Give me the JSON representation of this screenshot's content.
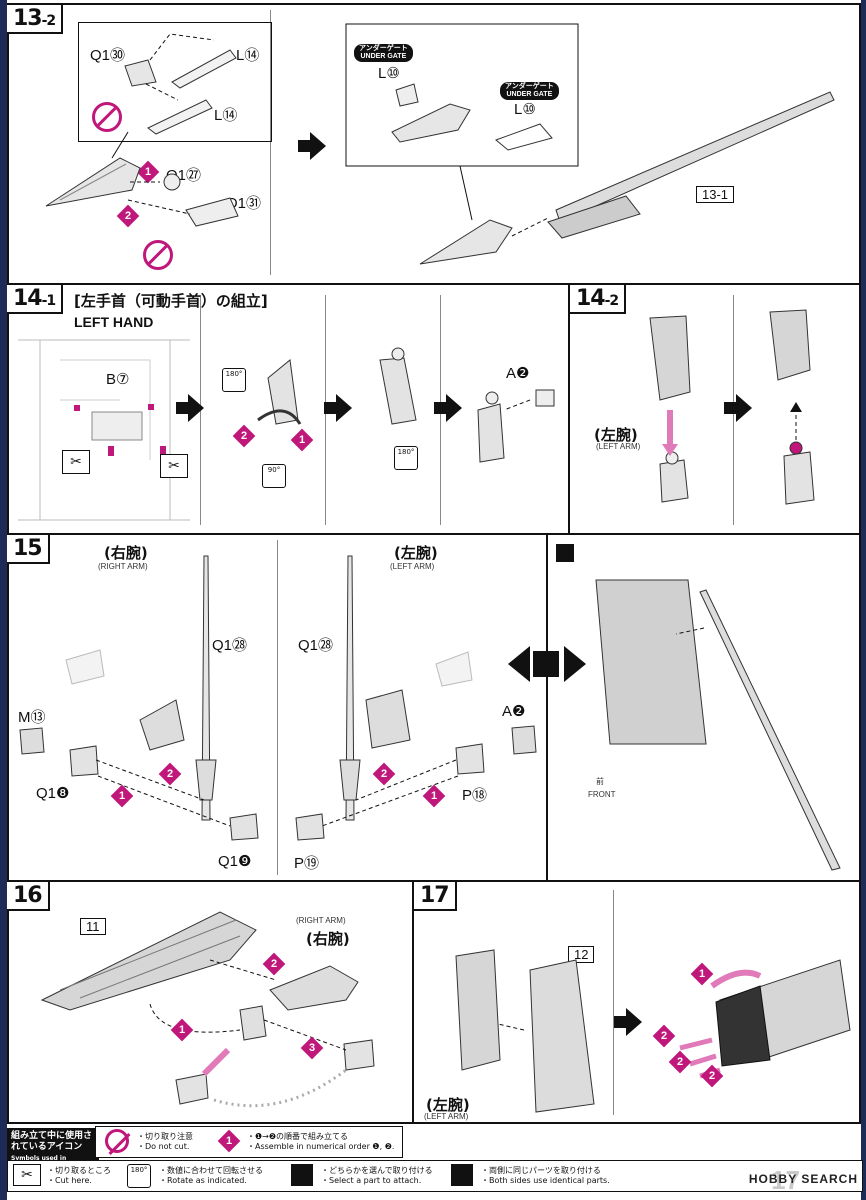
{
  "steps": {
    "s13_2": {
      "num": "13",
      "sub": "-2",
      "labels": {
        "q1_30": "Q1㉚",
        "l14a": "L⑭",
        "l14b": "L⑭",
        "q1_27": "Q1㉗",
        "q1_31": "Q1㉛",
        "l10a": "L⑩",
        "l10b": "L⑩",
        "ref": "13-1",
        "under_gate_jp": "アンダーゲート",
        "under_gate_en": "UNDER GATE"
      },
      "order": [
        "1",
        "2"
      ]
    },
    "s14_1": {
      "num": "14",
      "sub": "-1",
      "title_jp": "[左手首（可動手首）の組立]",
      "title_en": "LEFT HAND",
      "b7": "B⑦",
      "a2": "A❷",
      "rot180a": "180°",
      "rot90": "90°",
      "rot180b": "180°",
      "order": [
        "1",
        "2"
      ]
    },
    "s14_2": {
      "num": "14",
      "sub": "-2",
      "arm_jp": "(左腕)",
      "arm_en": "(LEFT ARM)"
    },
    "s15": {
      "num": "15",
      "right_jp": "(右腕)",
      "right_en": "(RIGHT ARM)",
      "left_jp": "(左腕)",
      "left_en": "(LEFT ARM)",
      "q1_28a": "Q1㉘",
      "q1_28b": "Q1㉘",
      "m13": "M⑬",
      "q1_8": "Q1❽",
      "q1_9": "Q1❾",
      "a2": "A❷",
      "p18": "P⑱",
      "p19": "P⑲",
      "front_jp": "前",
      "front_en": "FRONT",
      "order": [
        "1",
        "2"
      ]
    },
    "s16": {
      "num": "16",
      "ref": "11",
      "arm_en": "(RIGHT ARM)",
      "arm_jp": "(右腕)",
      "order": [
        "1",
        "2",
        "3"
      ]
    },
    "s17": {
      "num": "17",
      "ref": "12",
      "arm_jp": "(左腕)",
      "arm_en": "(LEFT ARM)",
      "order": [
        "1",
        "2",
        "2",
        "2"
      ]
    }
  },
  "legend": {
    "head": "組み立て中に使用されているアイコン",
    "head2": "Symbols used in instructions",
    "items": [
      {
        "jp": "・切り取り注意",
        "en": "・Do not cut."
      },
      {
        "jp": "・❶→❷の順番で組み立てる",
        "en": "・Assemble in numerical order ❶, ❷."
      },
      {
        "jp": "・切り取るところ",
        "en": "・Cut here."
      },
      {
        "jp": "・数値に合わせて回転させる",
        "en": "・Rotate as indicated."
      },
      {
        "jp": "・どちらかを選んで取り付ける",
        "en": "・Select a part to attach."
      },
      {
        "jp": "・両側に同じパーツを取り付ける",
        "en": "・Both sides use identical parts."
      }
    ],
    "rot_icon": "180°",
    "num_icon": "1"
  },
  "footer": {
    "page": "17",
    "logo": "HOBBY SEARCH"
  },
  "colors": {
    "accent": "#c0177a",
    "border": "#111111",
    "edge": "#1d2c56"
  }
}
